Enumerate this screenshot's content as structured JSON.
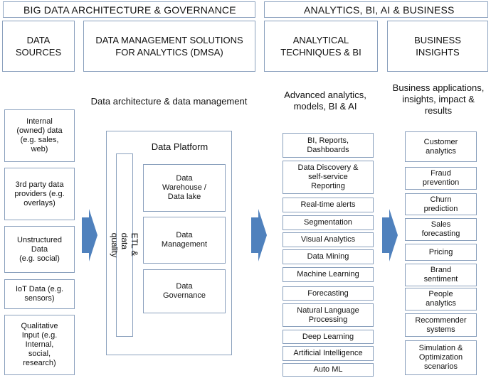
{
  "headers": {
    "left": "BIG DATA ARCHITECTURE & GOVERNANCE",
    "right": "ANALYTICS, BI, AI & BUSINESS"
  },
  "columns": {
    "data_sources": "DATA\nSOURCES",
    "dmsa": "DATA MANAGEMENT SOLUTIONS\nFOR ANALYTICS (DMSA)",
    "techniques": "ANALYTICAL\nTECHNIQUES & BI",
    "insights": "BUSINESS\nINSIGHTS"
  },
  "section_labels": {
    "architecture": "Data architecture & data management",
    "advanced": "Advanced analytics,\nmodels, BI & AI",
    "business": "Business applications,\ninsights, impact &\nresults"
  },
  "sources": [
    "Internal\n(owned) data\n(e.g. sales,\nweb)",
    "3rd party data\nproviders (e.g.\noverlays)",
    "Unstructured\nData\n(e.g. social)",
    "IoT Data (e.g.\nsensors)",
    "Qualitative\nInput (e.g.\nInternal,\nsocial,\nresearch)"
  ],
  "platform": {
    "title": "Data Platform",
    "etl": "ETL & data quality",
    "items": [
      "Data\nWarehouse /\nData lake",
      "Data\nManagement",
      "Data\nGovernance"
    ]
  },
  "techniques": [
    "BI, Reports,\nDashboards",
    "Data Discovery &\nself-service\nReporting",
    "Real-time alerts",
    "Segmentation",
    "Visual Analytics",
    "Data Mining",
    "Machine Learning",
    "Forecasting",
    "Natural Language\nProcessing",
    "Deep Learning",
    "Artificial Intelligence",
    "Auto ML"
  ],
  "insights": [
    "Customer\nanalytics",
    "Fraud\nprevention",
    "Churn\nprediction",
    "Sales\nforecasting",
    "Pricing",
    "Brand\nsentiment",
    "People\nanalytics",
    "Recommender\nsystems",
    "Simulation &\nOptimization\nscenarios"
  ],
  "colors": {
    "border": "#8aa0bd",
    "arrow": "#4f81bd"
  }
}
